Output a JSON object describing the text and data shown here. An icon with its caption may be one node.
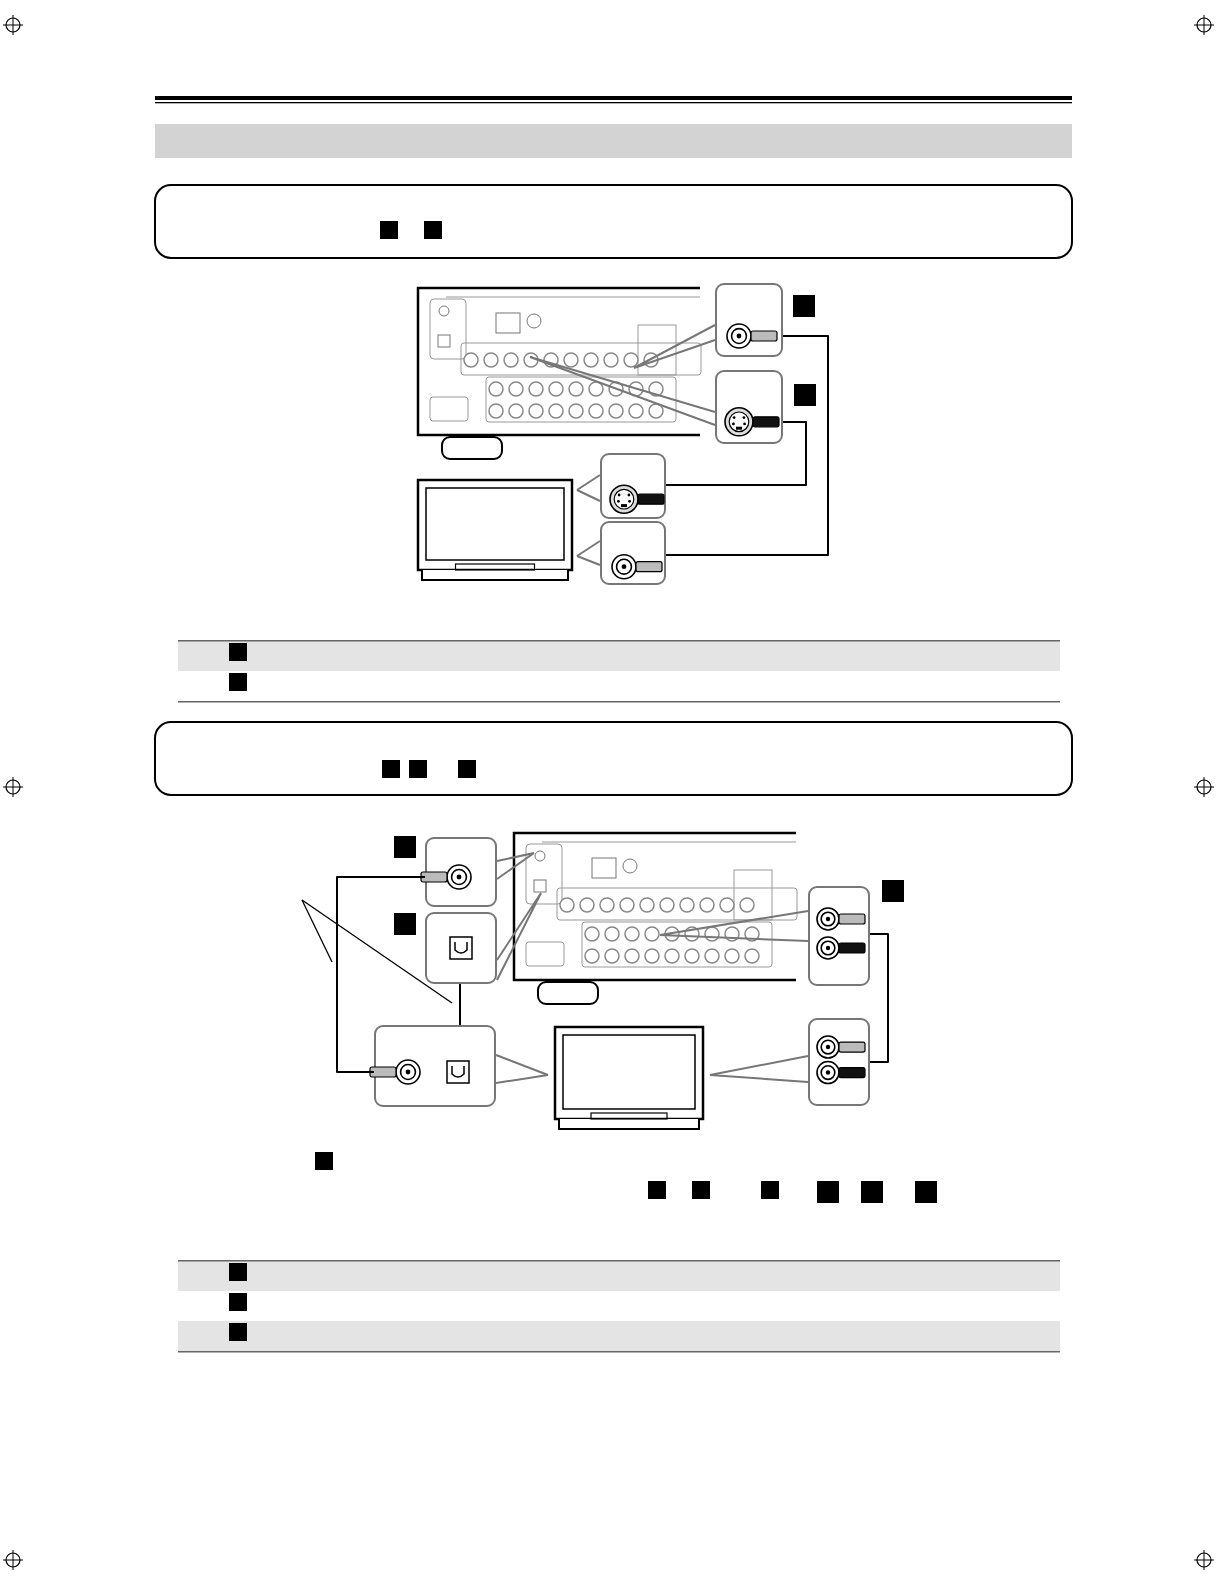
{
  "diagram": {
    "nodes": [
      {
        "text": [],
        "shape": "picture"
      },
      {
        "text": [],
        "shape": "box"
      },
      {
        "text": [],
        "shape": "box"
      },
      {
        "text": [],
        "shape": "picture"
      },
      {
        "text": [],
        "shape": "box"
      },
      {
        "text": [],
        "shape": "box"
      },
      {
        "text": [],
        "shape": "picture"
      },
      {
        "text": [],
        "shape": "box"
      },
      {
        "text": [],
        "shape": "box"
      },
      {
        "text": [],
        "shape": "box"
      },
      {
        "text": [],
        "shape": "picture"
      },
      {
        "text": [],
        "shape": "box"
      },
      {
        "text": [],
        "shape": "box"
      }
    ],
    "edges": [
      {
        "from": 0,
        "to": 1,
        "arrow": "none"
      },
      {
        "from": 0,
        "to": 2,
        "arrow": "none"
      },
      {
        "from": 1,
        "to": 5,
        "arrow": "none",
        "color": "#000000"
      },
      {
        "from": 2,
        "to": 4,
        "arrow": "none",
        "color": "#000000"
      },
      {
        "from": 3,
        "to": 4,
        "arrow": "none"
      },
      {
        "from": 3,
        "to": 5,
        "arrow": "none"
      },
      {
        "from": 6,
        "to": 7,
        "arrow": "none"
      },
      {
        "from": 6,
        "to": 8,
        "arrow": "none"
      },
      {
        "from": 6,
        "to": 9,
        "arrow": "none"
      },
      {
        "from": 7,
        "to": 11,
        "arrow": "none",
        "color": "#000000"
      },
      {
        "from": 8,
        "to": 11,
        "arrow": "none",
        "color": "#000000"
      },
      {
        "from": 9,
        "to": 12,
        "arrow": "none",
        "color": "#000000"
      },
      {
        "from": 10,
        "to": 11,
        "arrow": "none"
      },
      {
        "from": 10,
        "to": 12,
        "arrow": "none"
      }
    ]
  }
}
